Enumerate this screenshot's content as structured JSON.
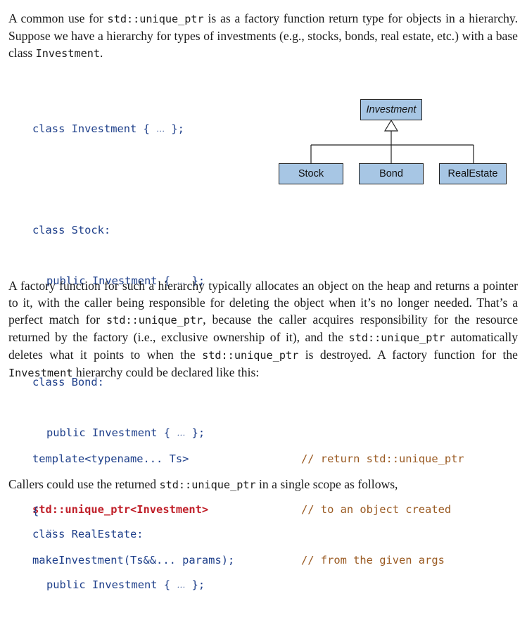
{
  "intro": {
    "t1": "A common use for ",
    "c1": "std::unique_ptr",
    "t2": " is as a factory function return type for objects in a hierarchy. Suppose we have a hierarchy for types of investments (e.g., stocks, bonds, real estate, etc.) with a base class ",
    "c2": "Investment",
    "t3": "."
  },
  "classes": [
    {
      "decl": "class Investment { ",
      "ellipsis": "…",
      "tail": " };"
    },
    {
      "decl": "class Stock:"
    },
    {
      "base": "public Investment { ",
      "ellipsis": "…",
      "tail": " };"
    },
    {
      "decl": "class Bond:"
    },
    {
      "base": "public Investment { ",
      "ellipsis": "…",
      "tail": " };"
    },
    {
      "decl": "class RealEstate:"
    },
    {
      "base": "public Investment { ",
      "ellipsis": "…",
      "tail": " };"
    }
  ],
  "diagram": {
    "base": "Investment",
    "derived": [
      "Stock",
      "Bond",
      "RealEstate"
    ]
  },
  "factory_para": {
    "t1": "A factory function for such a hierarchy typically allocates an object on the heap and returns a pointer to it, with the caller being responsible for deleting the object when it’s no longer needed. That’s a perfect match for ",
    "c1": "std::unique_ptr",
    "t2": ", because the caller acquires responsibility for the resource returned by the factory (i.e., exclusive ownership of it), and the ",
    "c2": "std::unique_ptr",
    "t3": " automatically deletes what it points to when the ",
    "c3": "std::unique_ptr",
    "t4": " is destroyed. A factory function for the ",
    "c4": "Investment",
    "t5": " hierarchy could be declared like this:"
  },
  "factory_code": {
    "lines": [
      "template<typename... Ts>",
      "std::unique_ptr<Investment>",
      "makeInvestment(Ts&&... params);"
    ],
    "comments": [
      "// return std::unique_ptr",
      "// to an object created",
      "// from the given args"
    ]
  },
  "callers": {
    "t1": "Callers could use the returned ",
    "c1": "std::unique_ptr",
    "t2": " in a single scope as follows,"
  },
  "scope_code": {
    "open": "{",
    "ellipsis": "…"
  },
  "colors": {
    "code": "#1e3f8a",
    "highlight": "#c0202a",
    "comment": "#9a5a22",
    "box_fill": "#a7c6e4"
  }
}
